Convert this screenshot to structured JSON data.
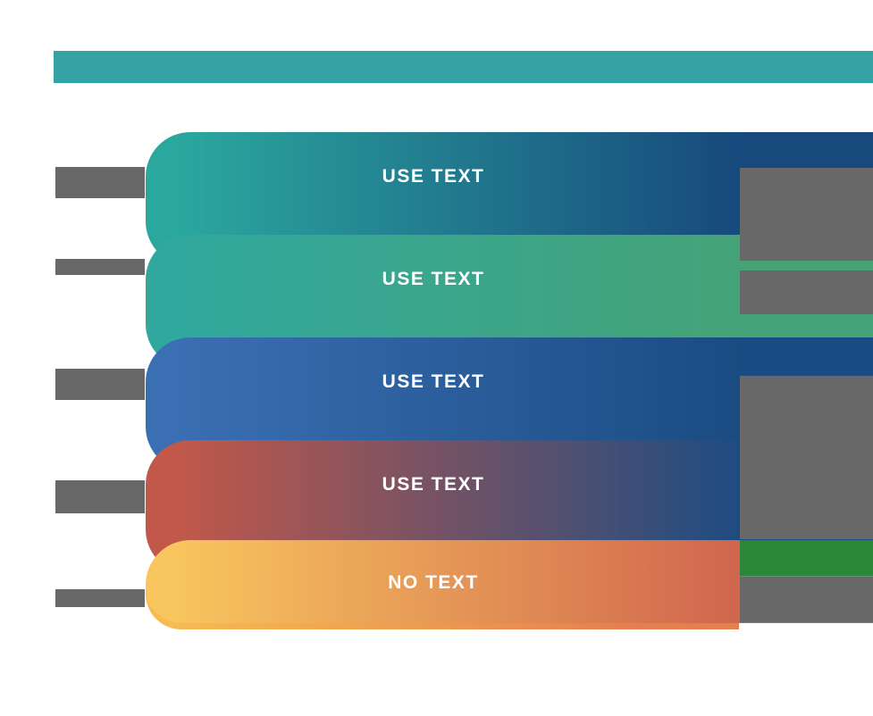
{
  "title_bar": {
    "color": "#35a2a4"
  },
  "palette": {
    "title_teal": "#35a2a4",
    "tab_gray": "#686868",
    "box_gray": "#686868",
    "accent_green": "#2a8737",
    "text_white": "#ffffff"
  },
  "rows": [
    {
      "label": "USE TEXT",
      "gradient": [
        "#2BA89E",
        "#17497D"
      ]
    },
    {
      "label": "USE TEXT",
      "gradient": [
        "#31A89E",
        "#45A377"
      ]
    },
    {
      "label": "USE TEXT",
      "gradient": [
        "#3A6FB3",
        "#1A4B82"
      ]
    },
    {
      "label": "USE TEXT",
      "gradient": [
        "#C2584A",
        "#1D4C82"
      ]
    },
    {
      "label": "NO TEXT",
      "gradient": [
        "#F8C55E",
        "#D0654E"
      ],
      "under_strip_gradient": [
        "#F7BB52",
        "#E4804F"
      ]
    }
  ]
}
